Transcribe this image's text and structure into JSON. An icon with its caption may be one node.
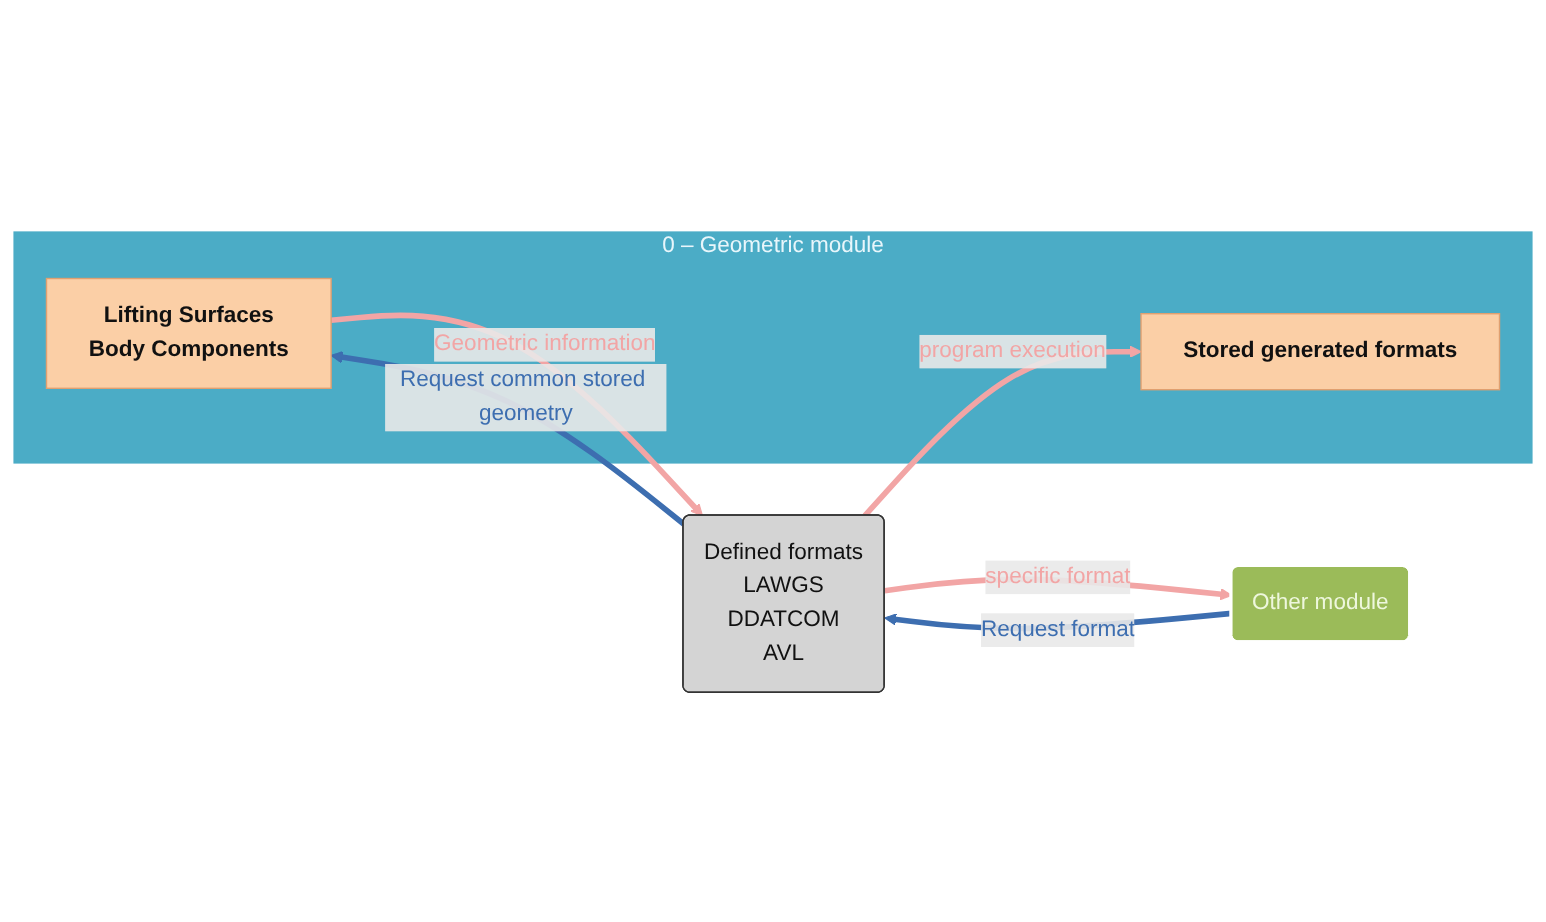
{
  "diagram": {
    "nodes": [
      {
        "text": [
          "0 – Geometric module"
        ]
      },
      {
        "text": [
          "Lifting Surfaces",
          "Body Components"
        ],
        "in": 0
      },
      {
        "text": [
          "Stored generated formats"
        ],
        "in": 0
      },
      {
        "text": [
          "Defined formats",
          "LAWGS",
          "DDATCOM",
          "AVL"
        ]
      },
      {
        "text": [
          "Other module"
        ]
      }
    ],
    "edges": [
      {
        "from": 3,
        "to": 1,
        "arrow": "to",
        "label": "Request common stored geometry",
        "color": "#3d6eb0"
      },
      {
        "from": 1,
        "to": 3,
        "arrow": "to",
        "label": "Geometric information"
      },
      {
        "from": 3,
        "to": 2,
        "arrow": "to",
        "label": "program execution"
      },
      {
        "from": 3,
        "to": 4,
        "arrow": "to",
        "label": "specific format"
      },
      {
        "from": 4,
        "to": 3,
        "arrow": "to",
        "label": "Request format",
        "color": "#3d6eb0"
      }
    ]
  }
}
